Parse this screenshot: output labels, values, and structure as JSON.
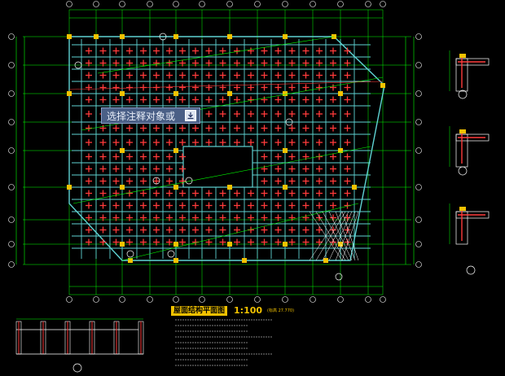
{
  "tooltip": {
    "label": "选择注释对象或",
    "button_icon": "download-icon"
  },
  "plan_title": {
    "title": "屋面结构平面图",
    "scale": "1:100",
    "note": "(标高 27.770)"
  },
  "colors": {
    "background": "#000000",
    "grid_axis": "#00ff00",
    "beam": "#5fd3d3",
    "rebar": "#ff3b3b",
    "column": "#f2c200",
    "white": "#ffffff",
    "title_bg": "#f2c200"
  }
}
